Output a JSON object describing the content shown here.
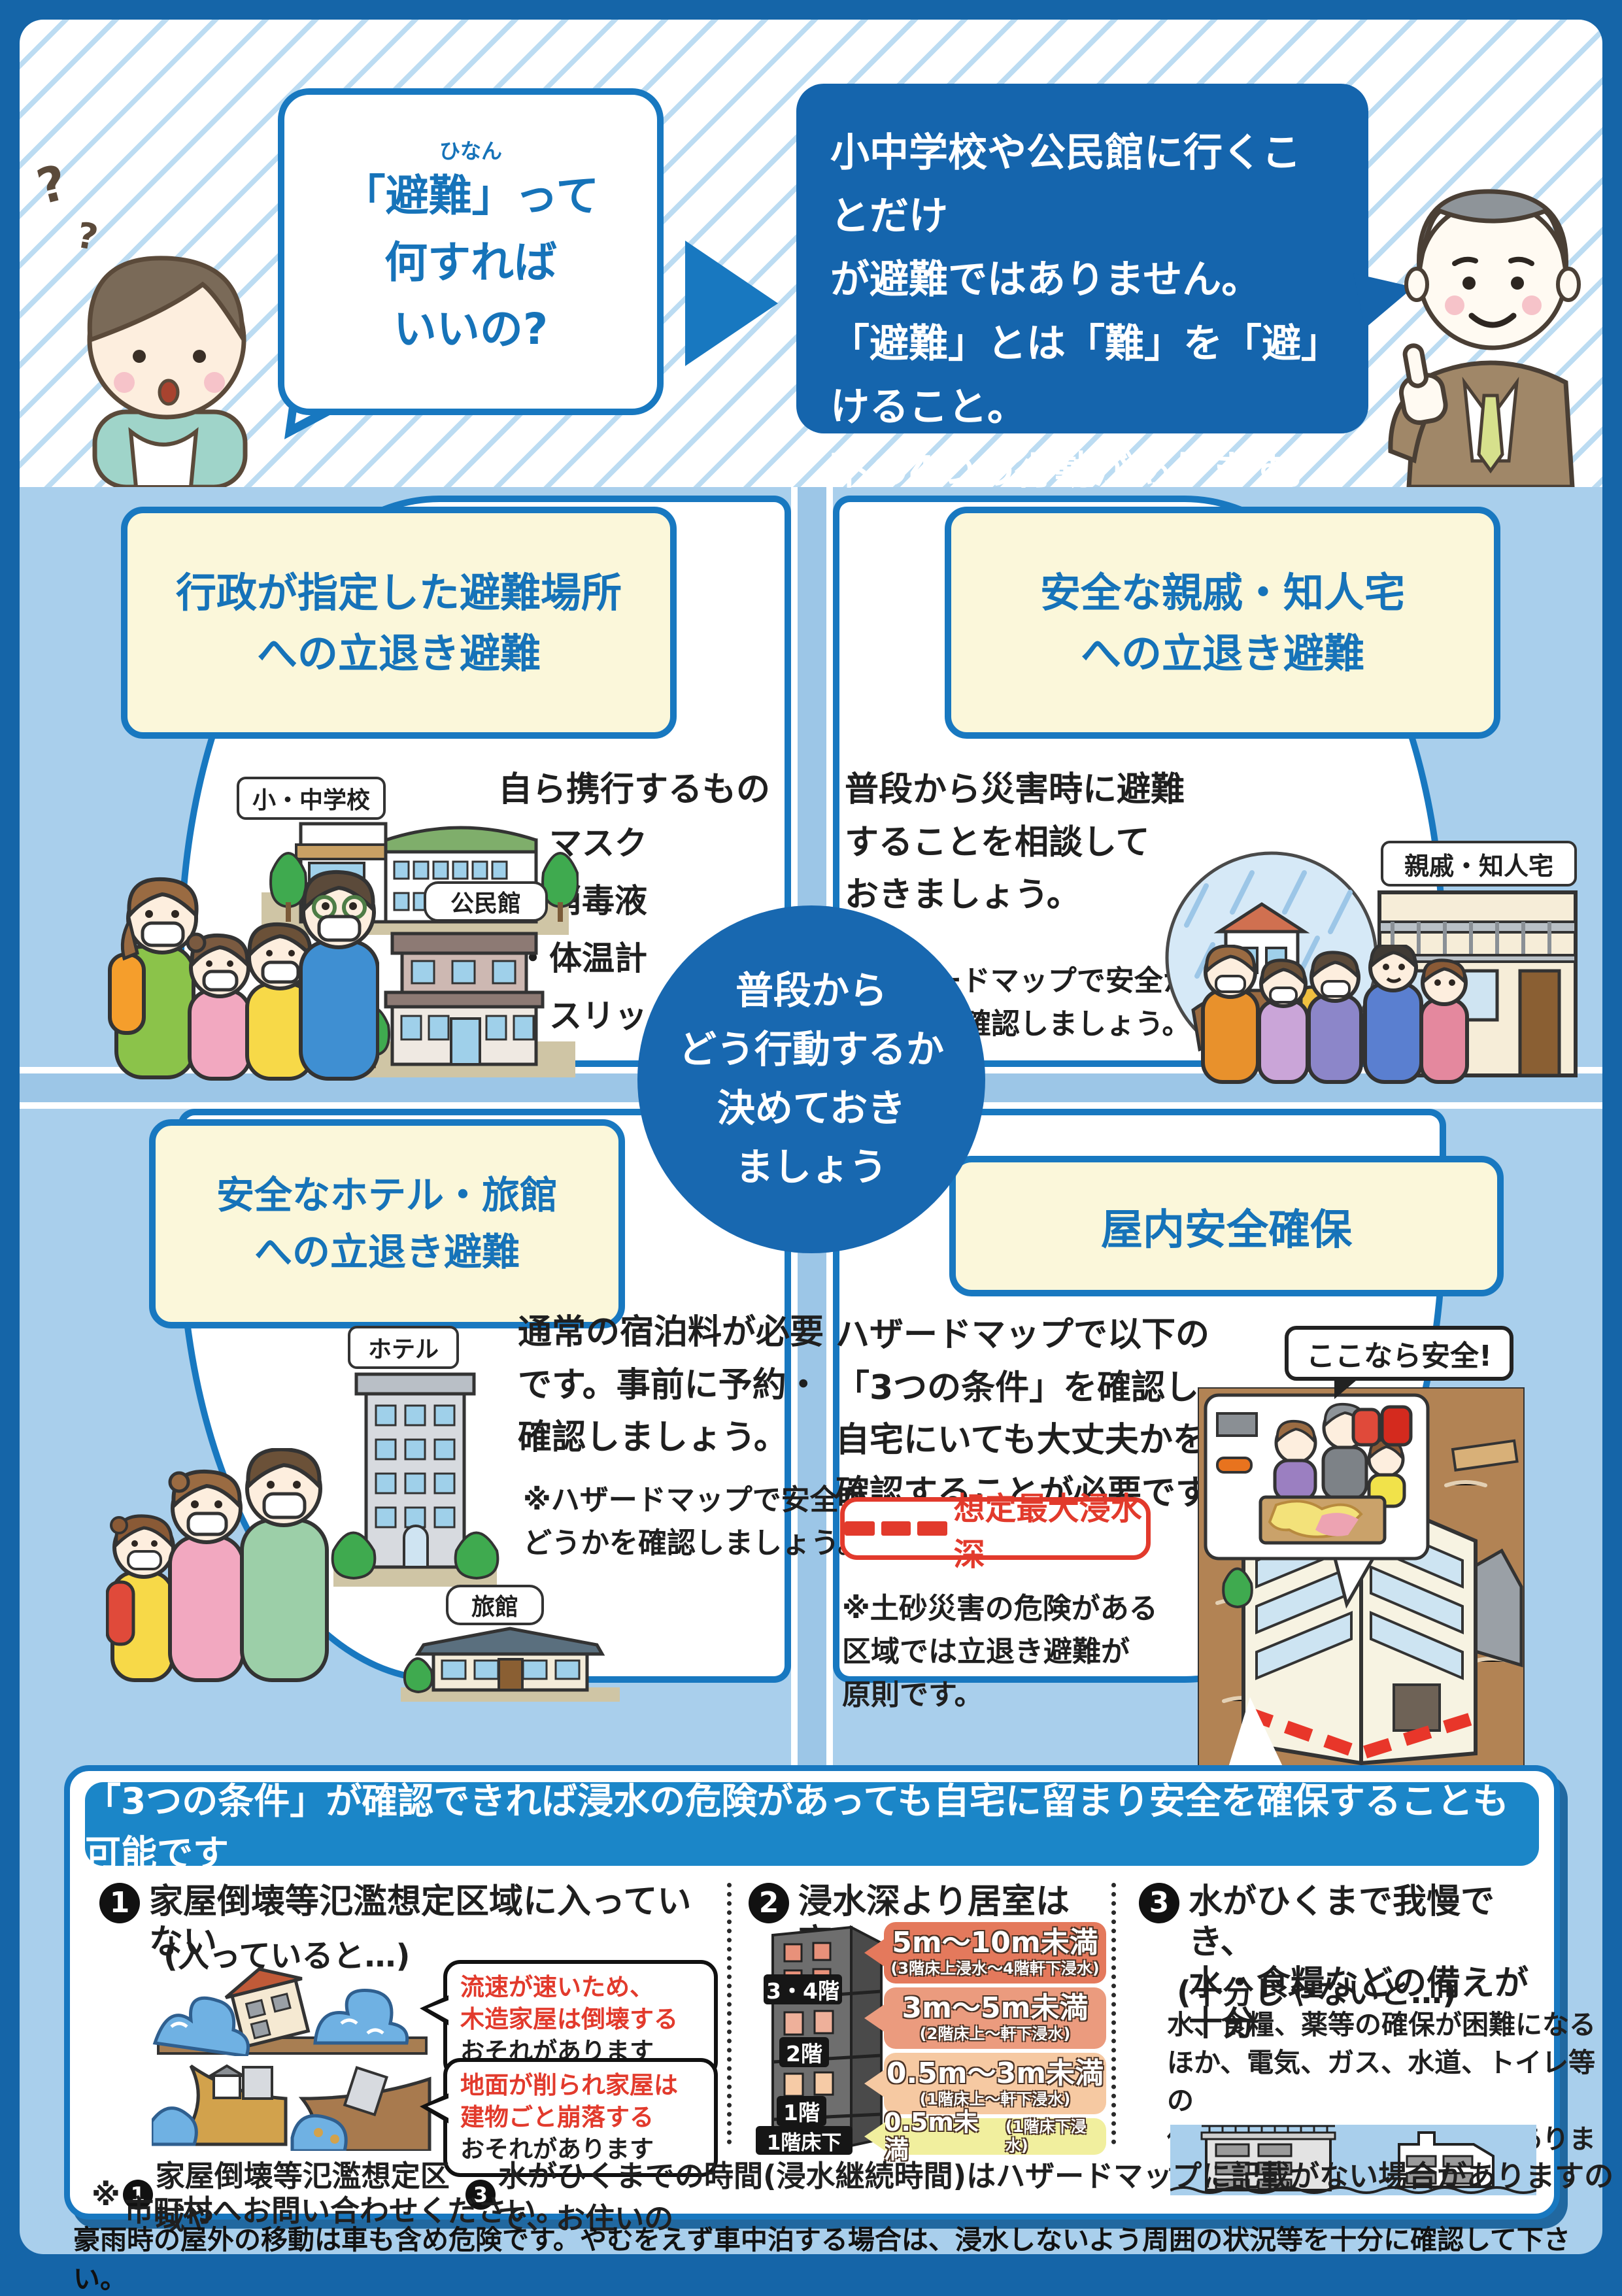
{
  "poster": {
    "qmark": "?",
    "question": {
      "furigana": "ひなん",
      "lines": [
        "「避難」って",
        "何すれば",
        "いいの?"
      ]
    },
    "answer": "小中学校や公民館に行くことだけ\nが避難ではありません。\n「避難」とは「難」を「避」けること。\n下の4つの行動があります。",
    "center": "普段から\nどう行動するか\n決めておき\nましょう",
    "quadrants": {
      "shelter": {
        "title": "行政が指定した避難場所\nへの立退き避難",
        "carry_title": "自ら携行するもの",
        "carry_items": [
          "・マスク",
          "・消毒液",
          "・体温計",
          "・スリッパ 等"
        ],
        "school_label": "小・中学校",
        "hall_label": "公民館"
      },
      "relatives": {
        "title": "安全な親戚・知人宅\nへの立退き避難",
        "body": "普段から災害時に避難\nすることを相談して\nおきましょう。",
        "note": "※ハザードマップで安全か\n どうかを確認しましょう。",
        "house_label": "親戚・知人宅"
      },
      "hotel": {
        "title": "安全なホテル・旅館\nへの立退き避難",
        "body": "通常の宿泊料が必要\nです。事前に予約・\n確認しましょう。",
        "note": "※ハザードマップで安全か\n どうかを確認しましょう。",
        "hotel_label": "ホテル",
        "ryokan_label": "旅館"
      },
      "indoor": {
        "title": "屋内安全確保",
        "body": "ハザードマップで以下の\n「3つの条件」を確認し\n自宅にいても大丈夫かを\n確認することが必要です。",
        "flood_depth_label": "想定最大浸水深",
        "note": "※土砂災害の危険がある\n 区域では立退き避難が\n 原則です。",
        "speech": "ここなら安全!"
      }
    },
    "panel": {
      "banner": "「3つの条件」が確認できれば浸水の危険があっても自宅に留まり安全を確保することも可能です",
      "cond1": {
        "num": "1",
        "title": "家屋倒壊等氾濫想定区域に入っていない",
        "sub": "(入っていると…)",
        "bubble1_red": "流速が速いため、\n木造家屋は倒壊する",
        "bubble1_black": "おそれがあります",
        "bubble2_red": "地面が削られ家屋は\n建物ごと崩落する",
        "bubble2_black": "おそれがあります"
      },
      "cond2": {
        "num": "2",
        "title": "浸水深より居室は高い",
        "floors": [
          {
            "name": "3・4階",
            "depth": "5m〜10m未満",
            "detail": "(3階床上浸水〜4階軒下浸水)"
          },
          {
            "name": "2階",
            "depth": "3m〜5m未満",
            "detail": "(2階床上〜軒下浸水)"
          },
          {
            "name": "1階",
            "depth": "0.5m〜3m未満",
            "detail": "(1階床上〜軒下浸水)"
          },
          {
            "name": "1階床下",
            "depth": "0.5m未満",
            "detail": "(1階床下浸水)"
          }
        ]
      },
      "cond3": {
        "num": "3",
        "title": "水がひくまで我慢でき、\n水・食糧などの備えが十分",
        "sub": "(十分じゃないと…)",
        "body": "水、食糧、薬等の確保が困難になる\nほか、電気、ガス、水道、トイレ等の\n使用ができなくなるおそれがあります"
      },
      "note": {
        "pre": "※",
        "n1": "1",
        "mid": "家屋倒壊等氾濫想定区域や",
        "n3": "3",
        "rest": "水がひくまでの時間(浸水継続時間)はハザードマップに記載がない場合がありますので、お住いの",
        "line2": "市町村へお問い合わせください。"
      }
    },
    "footer": "豪雨時の屋外の移動は車も含め危険です。やむをえず車中泊する場合は、浸水しないよう周囲の状況等を十分に確認して下さい。"
  },
  "colors": {
    "primary_blue": "#1878c0",
    "deep_blue": "#1565ad",
    "light_blue_bg": "#a9cfec",
    "banner_blue": "#1b86c8",
    "cream": "#fbf7da",
    "alert_red": "#e23a2c",
    "depth_5_10": "#e4795c",
    "depth_3_5": "#eb9b7e",
    "depth_05_3": "#f6c9a2",
    "depth_05": "#f1ef9e"
  }
}
